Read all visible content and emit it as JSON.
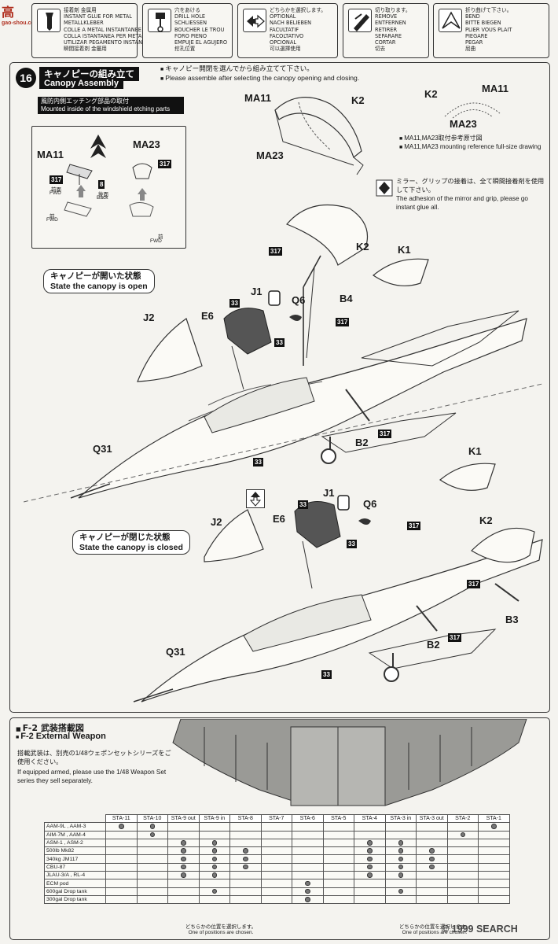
{
  "watermark": {
    "main": "高",
    "sub": "gao-shou.com"
  },
  "legend": [
    {
      "icon": "metal-glue-icon",
      "text": "接着剤 金属用\nINSTANT GLUE FOR METAL\nMETALLKLEBER\nCOLLE A METAL INSTANTANEE\nCOLLA ISTANTANEA PER METALLI\nUTILIZAR PEGAMENTO INSTANTANEO\n瞬間接着剤 金屬用"
    },
    {
      "icon": "drill-hole-icon",
      "text": "穴をあける\nDRILL HOLE\nSCHLIESSEN\nBOUCHER LE TROU\nFORO PIENO\nEMPUJE EL AGUJERO\n挖孔位置"
    },
    {
      "icon": "optional-icon",
      "text": "どちらかを選択します。\nOPTIONAL\nNACH BELIEBEN\nFACULTATIF\nFACOLTATIVO\nOPCIONAL\n可以選擇使用"
    },
    {
      "icon": "cut-off-icon",
      "text": "切り取ります。\nREMOVE\nENTFERNEN\nRETIRER\nSEPARARE\nCORTAR\n切去"
    },
    {
      "icon": "bend-icon",
      "text": "折り曲げて下さい。\nBEND\nBITTE BIEGEN\nPLIER VOUS PLAIT\nPIEGARE\nPEGAR\n屈曲"
    }
  ],
  "step": {
    "number": "16",
    "title_jp": "キャノピーの組み立て",
    "title_en": "Canopy Assembly",
    "note_jp": "キャノピー開閉を選んでから組み立てて下さい。",
    "note_en": "Please assemble after selecting the canopy opening and closing."
  },
  "inset": {
    "header_jp": "風防内側エッチング部品の取付",
    "header_en": "Mounted inside of the windshield etching parts",
    "labels": {
      "ma11": "MA11",
      "ma23": "MA23",
      "p317a": "317",
      "p317b": "317",
      "p8": "8",
      "front": "前面",
      "fwd": "FWD",
      "rear": "後面",
      "back": "Back",
      "front2": "前",
      "fwd2": "FWD",
      "front3": "前",
      "fwd3": "FWD"
    }
  },
  "top_labels": {
    "ma11": "MA11",
    "k2": "K2",
    "ma23": "MA23"
  },
  "ref": {
    "k2": "K2",
    "ma11": "MA11",
    "ma23": "MA23",
    "note_jp": "MA11,MA23取付参考原寸図",
    "note_en": "MA11,MA23 mounting reference full-size drawing"
  },
  "mirror_note": {
    "jp": "ミラー、グリップの接着は、全て瞬間接着剤を使用して下さい。",
    "en": "The adhesion of the mirror and grip, please go instant glue all."
  },
  "open_state": {
    "callout_jp": "キャノピーが開いた状態",
    "callout_en": "State the canopy is open",
    "labels": {
      "p317a": "317",
      "k2": "K2",
      "k1": "K1",
      "j1": "J1",
      "q6": "Q6",
      "b4": "B4",
      "j2": "J2",
      "e6": "E6",
      "p33a": "33",
      "p33b": "33",
      "p33c": "33",
      "p317b": "317",
      "p317c": "317",
      "b2": "B2",
      "q31": "Q31"
    }
  },
  "closed_state": {
    "callout_jp": "キャノピーが閉じた状態",
    "callout_en": "State the canopy is closed",
    "labels": {
      "k1": "K1",
      "j1": "J1",
      "q6": "Q6",
      "p33a": "33",
      "p33b": "33",
      "p33c": "33",
      "e6": "E6",
      "j2": "J2",
      "k2": "K2",
      "p317a": "317",
      "p317b": "317",
      "p317c": "317",
      "b3": "B3",
      "b2": "B2",
      "q31": "Q31"
    }
  },
  "weapons": {
    "title_jp": "F-2 武装搭載図",
    "title_en": "F-2 External Weapon",
    "note_jp": "搭載武装は、別売の1/48ウェポンセットシリーズをご使用ください。",
    "note_en": "If equipped armed, please use the 1/48 Weapon Set series they sell separately.",
    "stations": [
      "STA-11",
      "STA-10",
      "STA-9 out",
      "STA-9 in",
      "STA-8",
      "STA-7",
      "STA-6",
      "STA-5",
      "STA-4",
      "STA-3 in",
      "STA-3 out",
      "STA-2",
      "STA-1"
    ],
    "rows": [
      {
        "name": "AAM-9L , AAM-3",
        "marks": [
          0,
          1,
          12
        ]
      },
      {
        "name": "AIM-7M , AAM-4",
        "marks": [
          1,
          11
        ]
      },
      {
        "name": "ASM-1 , ASM-2",
        "marks": [
          2,
          3,
          8,
          9
        ]
      },
      {
        "name": "500lb Mk82",
        "marks": [
          2,
          3,
          4,
          8,
          9,
          10
        ]
      },
      {
        "name": "340kg JM117",
        "marks": [
          2,
          3,
          4,
          8,
          9,
          10
        ]
      },
      {
        "name": "CBU-87",
        "marks": [
          2,
          3,
          4,
          8,
          9,
          10
        ]
      },
      {
        "name": "JLAU-3/A , RL-4",
        "marks": [
          2,
          3,
          8,
          9
        ]
      },
      {
        "name": "ECM pod",
        "marks": [
          6
        ]
      },
      {
        "name": "600gal Drop tank",
        "marks": [
          3,
          6,
          9
        ]
      },
      {
        "name": "300gal Drop tank",
        "marks": [
          6
        ]
      }
    ],
    "foot_left_jp": "どちらかの位置を選択します。",
    "foot_left_en": "One of positions are chosen.",
    "foot_right_jp": "どちらかの位置を選択します。",
    "foot_right_en": "One of positions are chosen."
  },
  "brand": "© 1999 SEARCH"
}
